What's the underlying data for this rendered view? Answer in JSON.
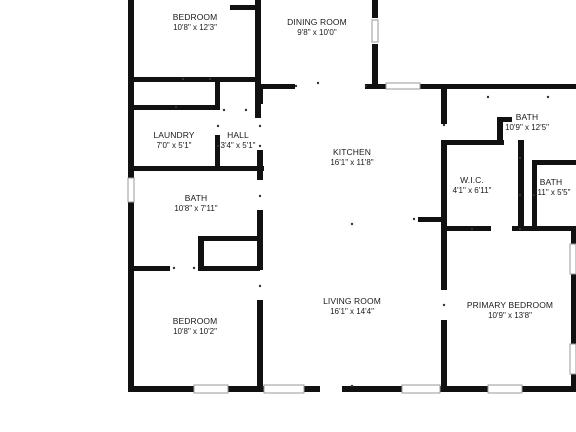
{
  "plan": {
    "colors": {
      "wall": "#111111",
      "window": "#9a9a9a",
      "background": "#ffffff",
      "text": "#1a1a1a"
    },
    "rooms": {
      "bedroom_top": {
        "name": "BEDROOM",
        "dim": "10'8\" x 12'3\""
      },
      "dining": {
        "name": "DINING ROOM",
        "dim": "9'8\" x 10'0\""
      },
      "laundry": {
        "name": "LAUNDRY",
        "dim": "7'0\" x 5'1\""
      },
      "hall": {
        "name": "HALL",
        "dim": "3'4\" x 5'1\""
      },
      "kitchen": {
        "name": "KITCHEN",
        "dim": "16'1\" x 11'8\""
      },
      "bath_primary": {
        "name": "BATH",
        "dim": "10'9\" x 12'5\""
      },
      "wic": {
        "name": "W.I.C.",
        "dim": "4'1\" x 6'11\""
      },
      "bath_small": {
        "name": "BATH",
        "dim": "2'11\" x 5'5\""
      },
      "bath_left": {
        "name": "BATH",
        "dim": "10'8\" x 7'11\""
      },
      "bedroom_bottom": {
        "name": "BEDROOM",
        "dim": "10'8\" x 10'2\""
      },
      "living": {
        "name": "LIVING ROOM",
        "dim": "16'1\" x 14'4\""
      },
      "primary_bedroom": {
        "name": "PRIMARY BEDROOM",
        "dim": "10'9\" x 13'8\""
      }
    }
  }
}
